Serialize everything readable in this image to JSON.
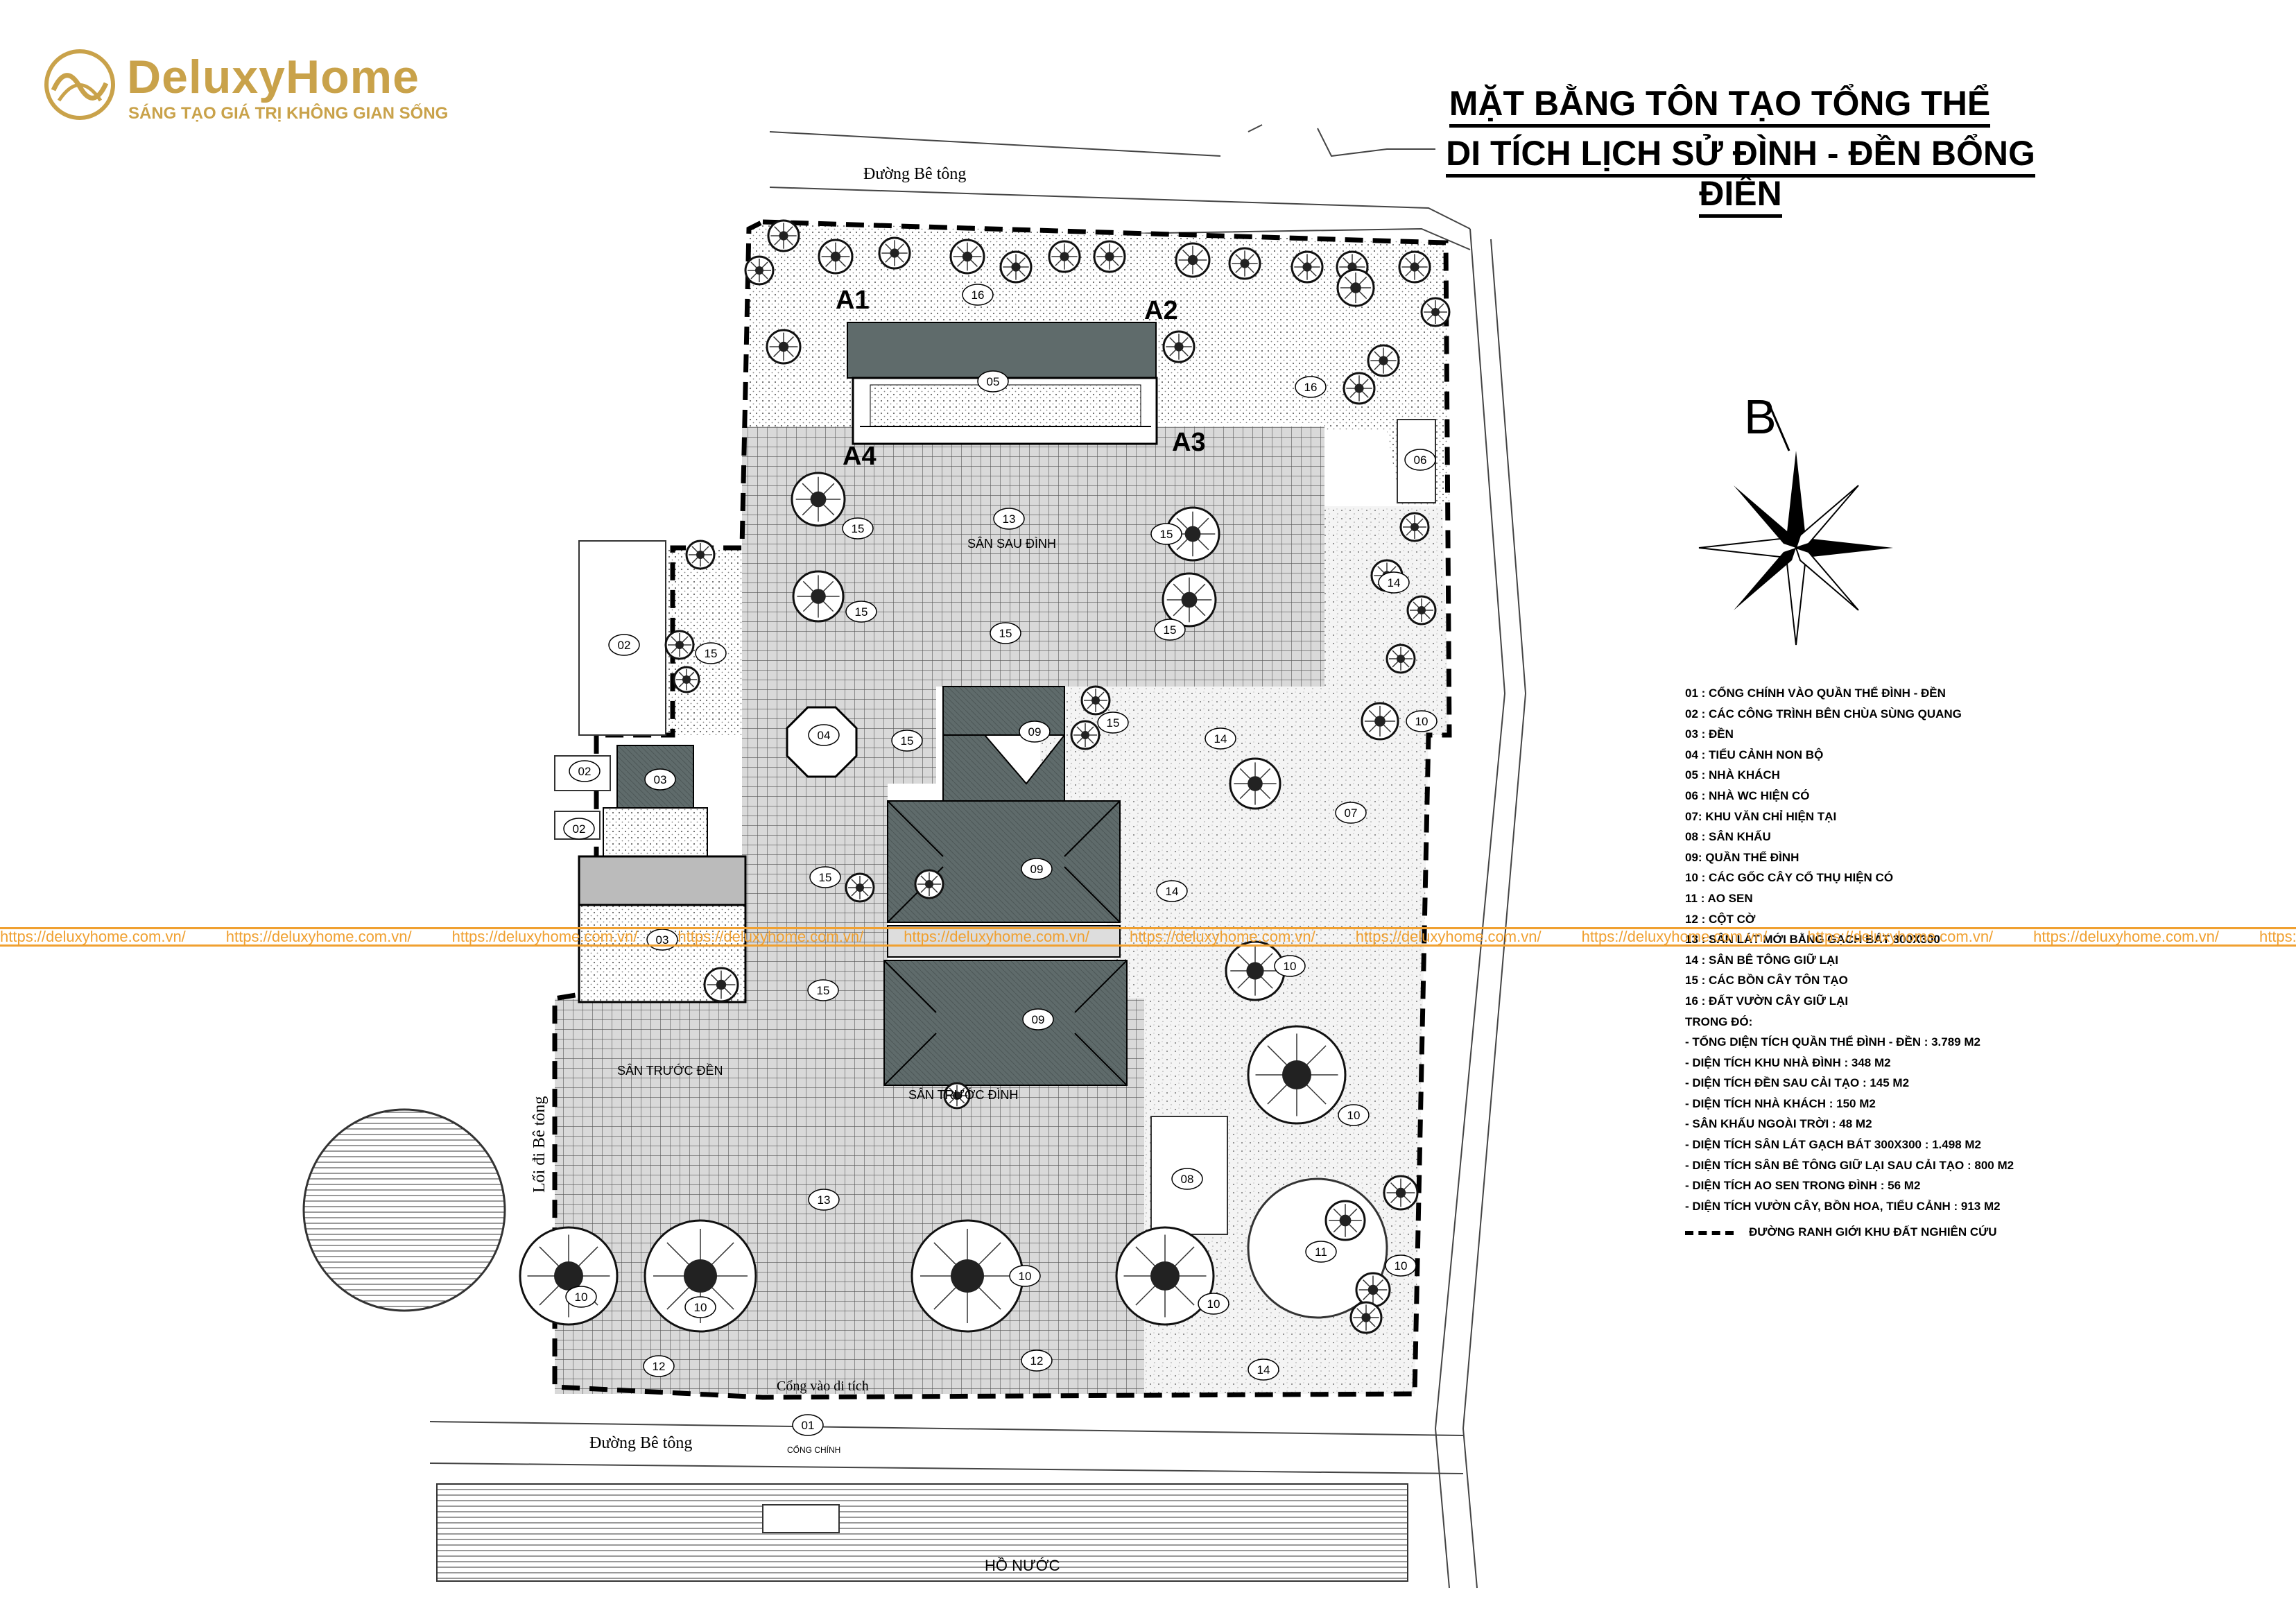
{
  "brand": {
    "name": "DeluxyHome",
    "slogan": "SÁNG TẠO GIÁ TRỊ KHÔNG GIAN SỐNG",
    "color": "#c9a24a"
  },
  "title": {
    "line1": "MẶT BẰNG TÔN TẠO TỔNG THỂ",
    "line2": "DI TÍCH LỊCH SỬ ĐÌNH - ĐỀN BỔNG ĐIỀN"
  },
  "compass": {
    "letter": "B"
  },
  "watermark": "https://deluxyhome.com.vn/",
  "legend": {
    "items": [
      "01 : CỔNG CHÍNH VÀO QUẦN THỂ ĐÌNH - ĐỀN",
      "02 : CÁC CÔNG TRÌNH BÊN CHÙA SÙNG QUANG",
      "03 : ĐỀN",
      "04 : TIỂU CẢNH NON BỘ",
      "05 : NHÀ KHÁCH",
      "06 : NHÀ WC HIỆN CÓ",
      "07: KHU VĂN CHỈ HIỆN TẠI",
      "08 : SÂN KHẤU",
      "09: QUẦN THỂ ĐÌNH",
      "10 : CÁC GỐC CÂY CỔ THỤ HIỆN CÓ",
      "11 : AO SEN",
      "12 : CỘT CỜ",
      "13 : SÂN LÁT MỚI BẰNG GẠCH BÁT 300X300",
      "14 : SÂN BÊ TÔNG GIỮ LẠI",
      "15 : CÁC BỒN CÂY TÔN TẠO",
      "16 : ĐẤT VƯỜN CÂY GIỮ LẠI"
    ],
    "area_heading": "TRONG ĐÓ:",
    "areas": [
      "- TỔNG DIỆN TÍCH QUẦN THỂ ĐÌNH - ĐỀN : 3.789 M2",
      "- DIỆN TÍCH KHU NHÀ ĐÌNH : 348 M2",
      "- DIỆN TÍCH ĐỀN SAU CẢI TẠO : 145 M2",
      "- DIỆN TÍCH NHÀ KHÁCH : 150 M2",
      "- SÂN KHẤU NGOÀI TRỜI : 48 M2",
      "- DIỆN TÍCH SÂN LÁT GẠCH BÁT 300X300 : 1.498 M2",
      "- DIỆN TÍCH SÂN BÊ TÔNG GIỮ LẠI SAU CẢI TẠO : 800 M2",
      "- DIỆN TÍCH AO SEN TRONG ĐÌNH : 56 M2",
      "- DIỆN TÍCH VƯỜN CÂY, BỒN HOA, TIỂU CẢNH : 913 M2"
    ],
    "boundary": "ĐƯỜNG RANH GIỚI KHU ĐẤT NGHIÊN CỨU"
  },
  "plan": {
    "road_top": "Đường Bê tông",
    "road_bottom": "Đường Bê tông",
    "lane_left": "Lối đi Bê tông",
    "pond": "HỒ NƯỚC",
    "yard_back": "SÂN SAU ĐÌNH",
    "yard_front_temple": "SÂN TRƯỚC ĐỀN",
    "yard_front_dinh": "SÂN TRƯỚC ĐÌNH",
    "gate_note": "Cổng vào di tích",
    "gate_small": "CỔNG CHÍNH",
    "point_a1": "A1",
    "point_a2": "A2",
    "point_a3": "A3",
    "point_a4": "A4"
  },
  "colors": {
    "roof": "#5f6b6b",
    "watermark": "#f0a030"
  }
}
